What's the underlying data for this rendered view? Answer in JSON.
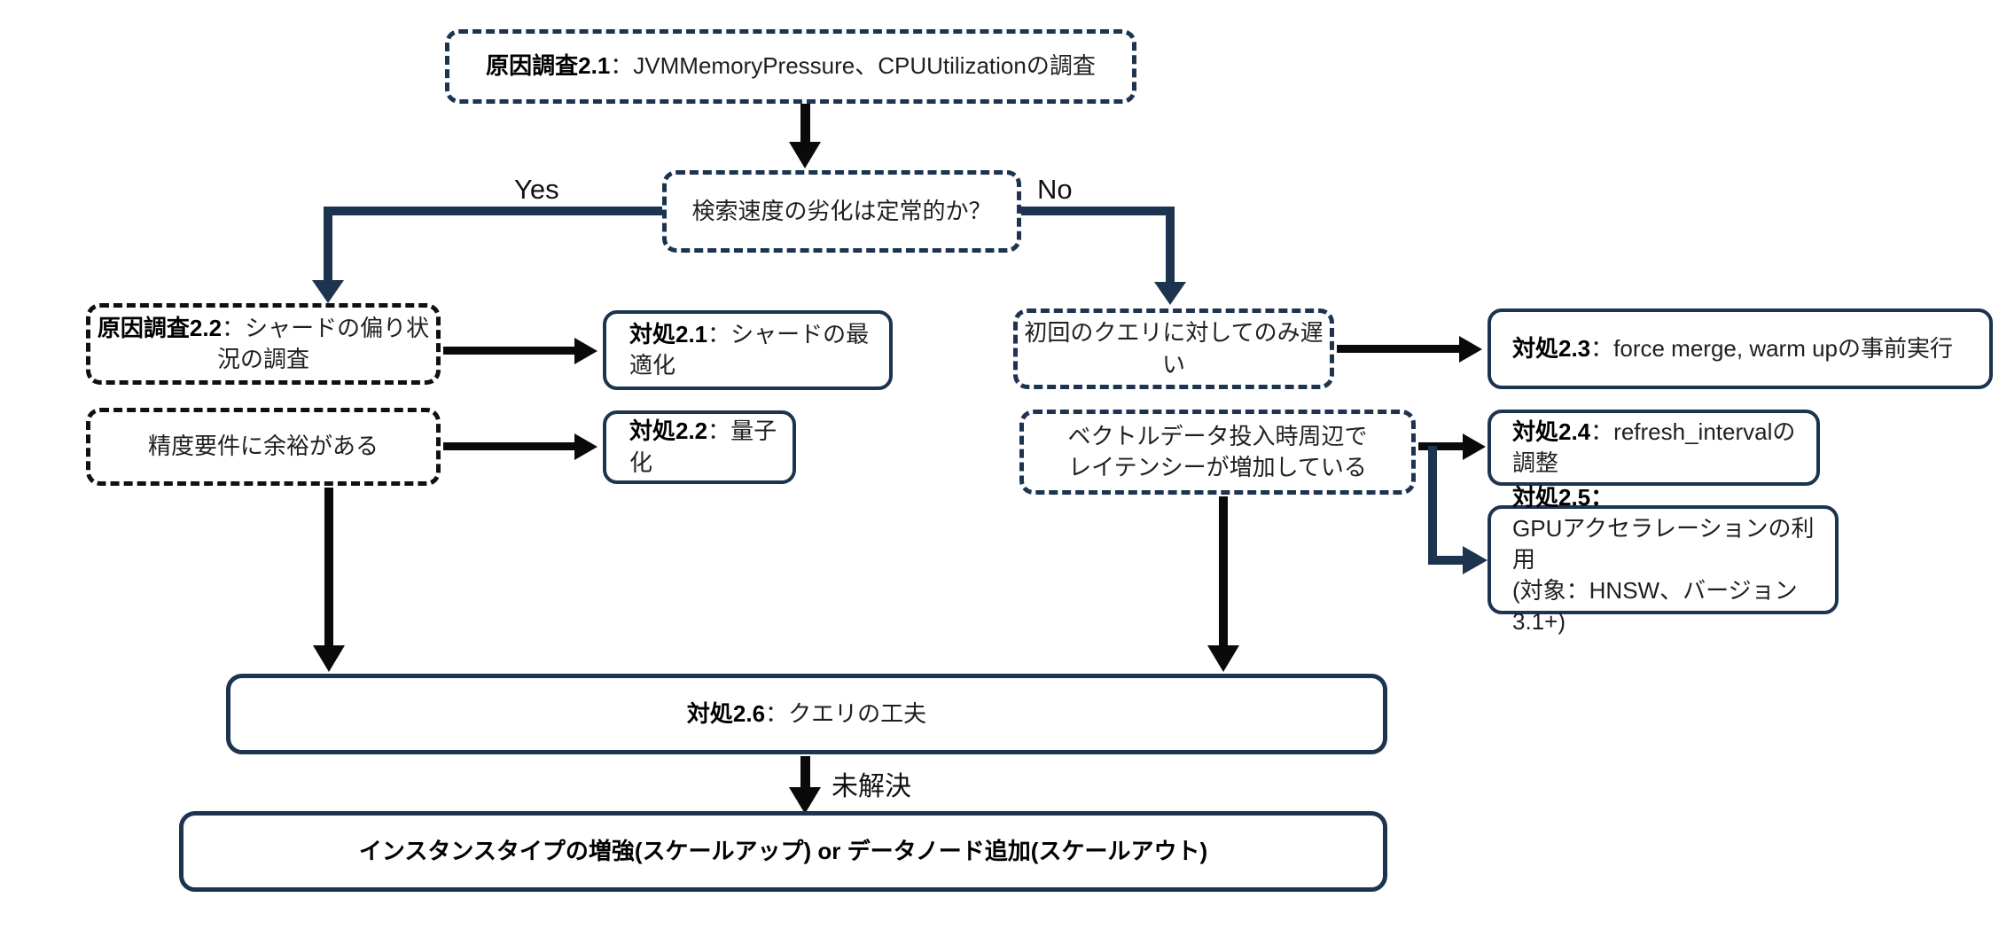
{
  "colors": {
    "navy": "#1c3450",
    "black": "#0a0a0a"
  },
  "nodes": {
    "investigate_2_1": {
      "bold": "原因調査2.1",
      "rest": "：JVMMemoryPressure、CPUUtilizationの調査"
    },
    "decision": {
      "text": "検索速度の劣化は定常的か？"
    },
    "investigate_2_2": {
      "bold": "原因調査2.2",
      "rest": "：シャードの偏り状況の調査"
    },
    "accuracy_margin": {
      "text": "精度要件に余裕がある"
    },
    "action_2_1": {
      "bold": "対処2.1",
      "rest": "：シャードの最適化"
    },
    "action_2_2": {
      "bold": "対処2.2",
      "rest": "：量子化"
    },
    "first_query_slow": {
      "text": "初回のクエリに対してのみ遅い"
    },
    "action_2_3": {
      "bold": "対処2.3",
      "rest": "：force merge, warm upの事前実行"
    },
    "vector_ingest": {
      "line1": "ベクトルデータ投入時周辺で",
      "line2": "レイテンシーが増加している"
    },
    "action_2_4": {
      "bold": "対処2.4",
      "rest": "：refresh_intervalの調整"
    },
    "action_2_5": {
      "bold": "対処2.5：",
      "line2": "GPUアクセラレーションの利用",
      "line3": "(対象：HNSW、バージョン3.1+)"
    },
    "action_2_6": {
      "bold": "対処2.6",
      "rest": "：クエリの工夫"
    },
    "scale_up_out": {
      "text": "インスタンスタイプの増強(スケールアップ) or データノード追加(スケールアウト)"
    }
  },
  "edge_labels": {
    "yes": "Yes",
    "no": "No",
    "unresolved": "未解決"
  }
}
